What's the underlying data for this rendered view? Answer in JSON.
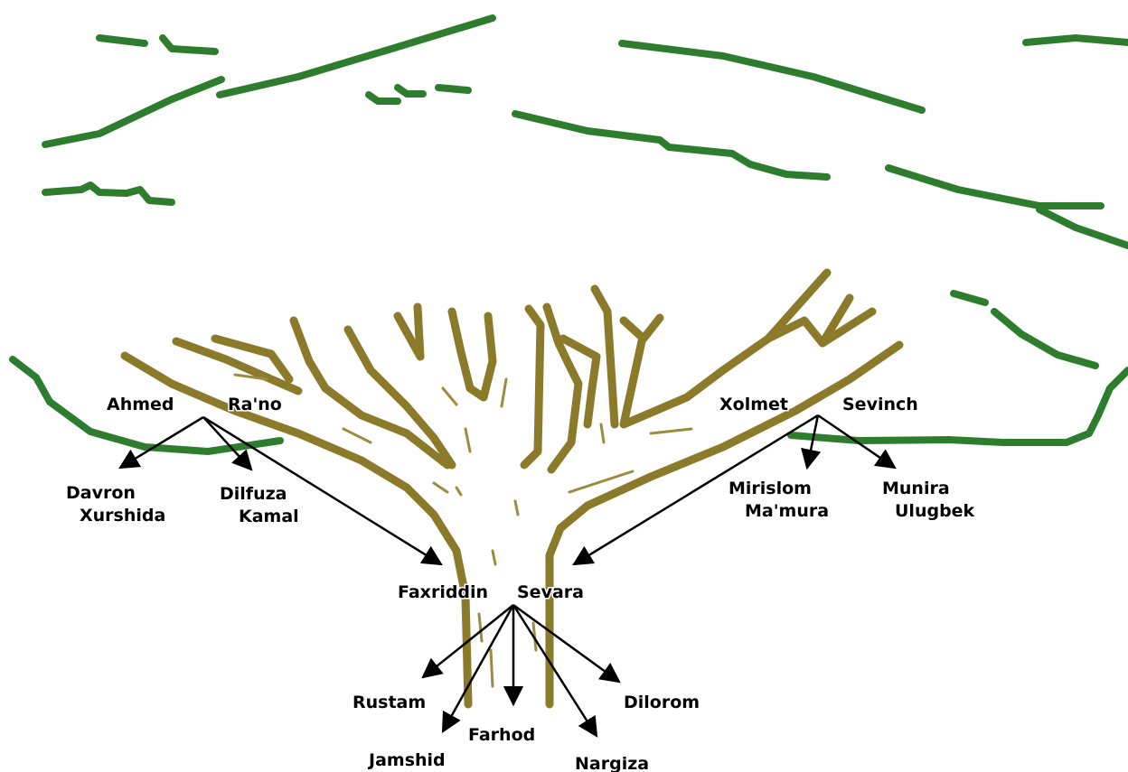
{
  "colors": {
    "foliage": "#2e7d2e",
    "trunk": "#8a7a2a",
    "twig": "#9b8c40",
    "arrows": "#000000",
    "background": "#ffffff"
  },
  "names": {
    "ahmed": "Ahmed",
    "rano": "Ra'no",
    "xolmet": "Xolmet",
    "sevinch": "Sevinch",
    "davron": "Davron",
    "xurshida": "Xurshida",
    "dilfuza": "Dilfuza",
    "kamal": "Kamal",
    "mirislom": "Mirislom",
    "mamura": "Ma'mura",
    "munira": "Munira",
    "ulugbek": "Ulugbek",
    "faxriddin": "Faxriddin",
    "sevara": "Sevara",
    "rustam": "Rustam",
    "jamshid": "Jamshid",
    "farhod": "Farhod",
    "nargiza": "Nargiza",
    "dilorom": "Dilorom"
  }
}
